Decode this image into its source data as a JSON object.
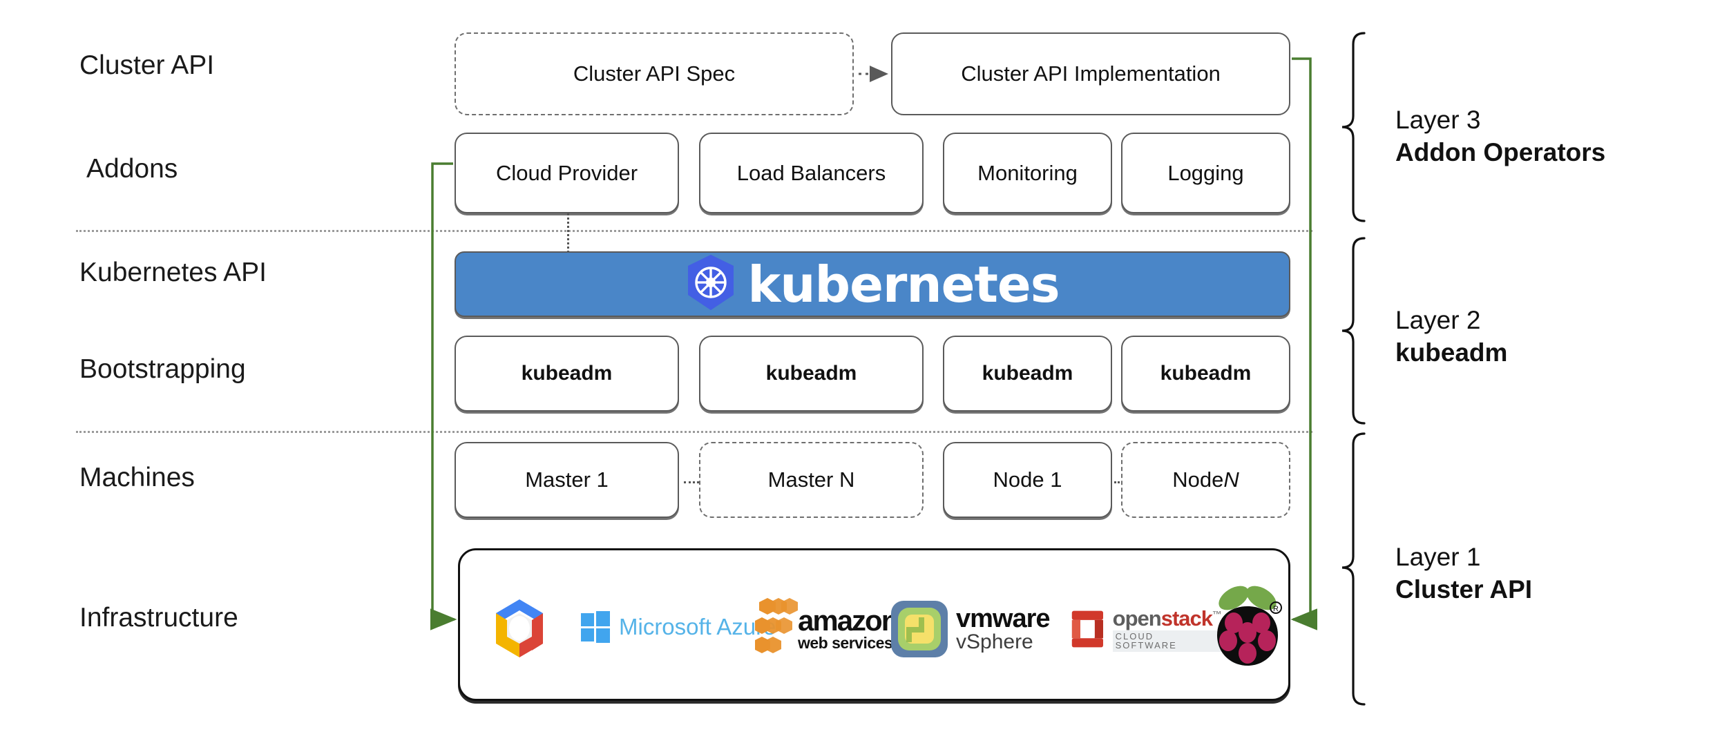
{
  "diagram": {
    "title": "Cluster API layered architecture",
    "accent_green": "#4a7d30",
    "k8s_blue": "#4a86c8",
    "divider_color": "#9a9a9a"
  },
  "row_labels": [
    {
      "id": "cluster-api",
      "text": "Cluster API"
    },
    {
      "id": "addons",
      "text": "Addons"
    },
    {
      "id": "kubernetes-api",
      "text": "Kubernetes API"
    },
    {
      "id": "bootstrapping",
      "text": "Bootstrapping"
    },
    {
      "id": "machines",
      "text": "Machines"
    },
    {
      "id": "infrastructure",
      "text": "Infrastructure"
    }
  ],
  "cluster_api_row": {
    "spec_box": "Cluster API Spec",
    "implementation_box": "Cluster API Implementation",
    "connector": "dotted-arrow-right"
  },
  "addons_row": {
    "boxes": [
      "Cloud Provider",
      "Load Balancers",
      "Monitoring",
      "Logging"
    ]
  },
  "kubernetes_api_row": {
    "banner_text": "kubernetes",
    "logo_icon": "kubernetes-helm-wheel-icon"
  },
  "bootstrapping_row": {
    "boxes": [
      "kubeadm",
      "kubeadm",
      "kubeadm",
      "kubeadm"
    ]
  },
  "machines_row": {
    "boxes": [
      {
        "label": "Master 1",
        "style": "solid",
        "italic_suffix": ""
      },
      {
        "label": "Master N",
        "style": "dashed",
        "italic_suffix": ""
      },
      {
        "label": "Node 1",
        "style": "solid",
        "italic_suffix": ""
      },
      {
        "label": "Node ",
        "style": "dashed",
        "italic_suffix": "N"
      }
    ]
  },
  "infrastructure_row": {
    "logos": [
      {
        "name": "google-cloud-platform-icon",
        "label": ""
      },
      {
        "name": "microsoft-azure-icon",
        "label": "Microsoft Azure"
      },
      {
        "name": "amazon-web-services-icon",
        "label": "amazon",
        "sublabel": "web services"
      },
      {
        "name": "vmware-vsphere-icon",
        "label": "vmware",
        "sublabel": "vSphere"
      },
      {
        "name": "openstack-icon",
        "label_1": "open",
        "label_2": "stack",
        "sublabel": "CLOUD SOFTWARE"
      },
      {
        "name": "raspberry-pi-icon",
        "label": ""
      }
    ]
  },
  "layer_labels": [
    {
      "id": "layer-3",
      "line1": "Layer 3",
      "line2": "Addon Operators"
    },
    {
      "id": "layer-2",
      "line1": "Layer 2",
      "line2": "kubeadm"
    },
    {
      "id": "layer-1",
      "line1": "Layer 1",
      "line2": "Cluster API"
    }
  ]
}
